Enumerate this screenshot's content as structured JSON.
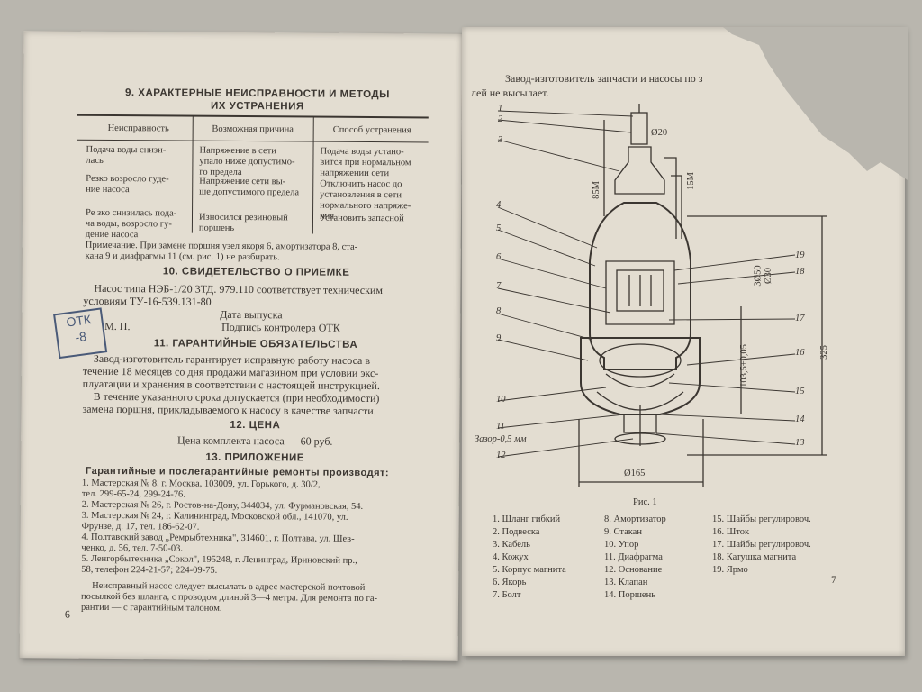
{
  "left_page": {
    "section9_title_1": "9. ХАРАКТЕРНЫЕ НЕИСПРАВНОСТИ И МЕТОДЫ",
    "section9_title_2": "ИХ УСТРАНЕНИЯ",
    "table": {
      "headers": [
        "Неисправность",
        "Возможная причина",
        "Способ устранения"
      ],
      "rows": [
        {
          "c1": [
            "Подача воды снизи-",
            "лась"
          ],
          "c2": [
            "Напряжение в сети",
            "упало ниже допустимо-",
            "го предела"
          ],
          "c3": [
            "Подача воды устано-",
            "вится при нормальном",
            "напряжении сети"
          ]
        },
        {
          "c1": [
            "Резко возросло гуде-",
            "ние насоса"
          ],
          "c2": [
            "Напряжение сети вы-",
            "ше допустимого предела"
          ],
          "c3": [
            "Отключить насос до",
            "установления в сети",
            "нормального напряже-",
            "ния"
          ]
        },
        {
          "c1": [
            "Ре зко снизилась пода-",
            "ча воды, возросло гу-",
            "дение насоса"
          ],
          "c2": [
            "Износился резиновый",
            "поршень"
          ],
          "c3": [
            "Установить запасной"
          ]
        }
      ]
    },
    "note_1": "Примечание. При замене поршня узел якоря 6, амортизатора 8, ста-",
    "note_2": "кана 9 и диафрагмы 11 (см. рис. 1) не разбирать.",
    "section10_title": "10. СВИДЕТЕЛЬСТВО О ПРИЕМКЕ",
    "section10_line1": "Насос типа НЭБ-1/20 3ТД. 979.110 соответствует техническим",
    "section10_line2": "условиям ТУ-16-539.131-80",
    "date_label": "Дата выпуска",
    "stamp_mp": "М. П.",
    "signature_label": "Подпись контролера ОТК",
    "stamp_line1": "ОТК",
    "stamp_line2": "-8",
    "section11_title": "11. ГАРАНТИЙНЫЕ ОБЯЗАТЕЛЬСТВА",
    "section11_lines": [
      "Завод-изготовитель гарантирует исправную работу насоса в",
      "течение 18 месяцев со дня продажи магазином при условии экс-",
      "плуатации и хранения в соответствии с настоящей инструкцией.",
      "В течение указанного срока допускается (при необходимости)",
      "замена поршня, прикладываемого к насосу в качестве запчасти."
    ],
    "section12_title": "12. ЦЕНА",
    "price_line": "Цена комплекта насоса — 60 руб.",
    "section13_title": "13. ПРИЛОЖЕНИЕ",
    "repairs_title": "Гарантийные и послегарантийные ремонты производят:",
    "repairs_lines": [
      "1.  Мастерская № 8, г. Москва, 103009, ул. Горького, д. 30/2,",
      "     тел. 299-65-24, 299-24-76.",
      "2.  Мастерская № 26, г. Ростов-на-Дону, 344034, ул. Фурмановская, 54.",
      "3.  Мастерская № 24, г. Калининград, Московской обл., 141070, ул.",
      "     Фрунзе, д. 17, тел. 186-62-07.",
      "4.  Полтавский завод „Ремрыбтехника\", 314601, г. Полтава, ул. Шев-",
      "     ченко, д. 56, тел. 7-50-03.",
      "5.  Ленгорбытехника „Сокол\", 195248, г. Ленинград, Ириновский пр.,",
      "     58, телефон 224-21-57; 224-09-75."
    ],
    "footer_lines": [
      "Неисправный насос следует высылать в адрес мастерской почтовой",
      "посылкой без шланга, с проводом длиной 3—4 метра. Для ремонта по га-",
      "рантии — с гарантийным талоном."
    ],
    "page_number": "6"
  },
  "right_page": {
    "top_line1": "Завод-изготовитель запчасти и насосы по з",
    "top_line2": "лей не высылает.",
    "figure_caption": "Рис. 1",
    "figure_labels_left": [
      "1",
      "2",
      "3",
      "4",
      "5",
      "6",
      "7",
      "8",
      "9",
      "10",
      "11",
      "12"
    ],
    "figure_labels_right": [
      "19",
      "18",
      "17",
      "16",
      "15",
      "14",
      "13"
    ],
    "dims": [
      "Ø20",
      "85М",
      "15М",
      "3Ø50",
      "Ø30",
      "103,5±0,05",
      "325",
      "Ø165",
      "Зазор-0,5 мм"
    ],
    "legend": [
      "1. Шланг гибкий",
      "2. Подвеска",
      "3. Кабель",
      "4. Кожух",
      "5. Корпус магнита",
      "6. Якорь",
      "7. Болт",
      "8. Амортизатор",
      "9. Стакан",
      "10. Упор",
      "11. Диафрагма",
      "12. Основание",
      "13. Клапан",
      "14. Поршень",
      "15. Шайбы регулировоч.",
      "16. Шток",
      "17. Шайбы регулировоч.",
      "18. Катушка магнита",
      "19. Ярмо"
    ],
    "page_number": "7"
  }
}
